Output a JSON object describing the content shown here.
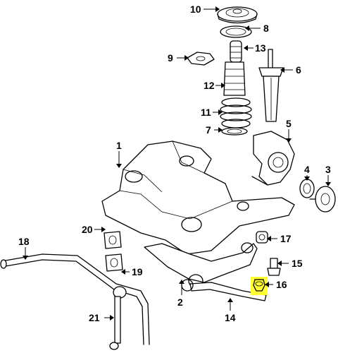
{
  "callouts": [
    {
      "id": "1",
      "label": "1"
    },
    {
      "id": "2",
      "label": "2"
    },
    {
      "id": "3",
      "label": "3"
    },
    {
      "id": "4",
      "label": "4"
    },
    {
      "id": "5",
      "label": "5"
    },
    {
      "id": "6",
      "label": "6"
    },
    {
      "id": "7",
      "label": "7"
    },
    {
      "id": "8",
      "label": "8"
    },
    {
      "id": "9",
      "label": "9"
    },
    {
      "id": "10",
      "label": "10"
    },
    {
      "id": "11",
      "label": "11"
    },
    {
      "id": "12",
      "label": "12"
    },
    {
      "id": "13",
      "label": "13"
    },
    {
      "id": "14",
      "label": "14"
    },
    {
      "id": "15",
      "label": "15"
    },
    {
      "id": "16",
      "label": "16"
    },
    {
      "id": "17",
      "label": "17"
    },
    {
      "id": "18",
      "label": "18"
    },
    {
      "id": "19",
      "label": "19"
    },
    {
      "id": "20",
      "label": "20"
    },
    {
      "id": "21",
      "label": "21"
    }
  ],
  "highlight_color": "#ffff33",
  "highlighted_part": "16"
}
